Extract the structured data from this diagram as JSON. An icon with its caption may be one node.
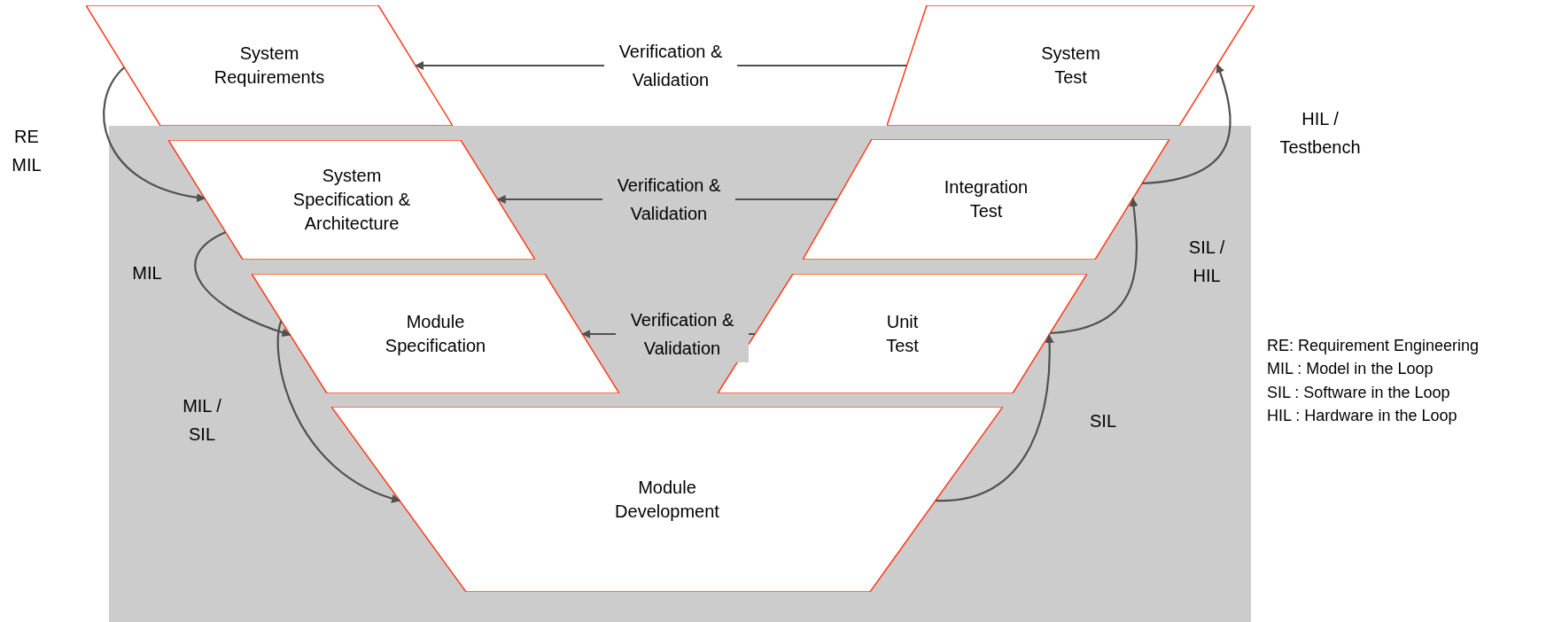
{
  "diagram": {
    "nodes": [
      {
        "text": [
          "System Requirements"
        ]
      },
      {
        "text": [
          "System Test"
        ]
      },
      {
        "text": [
          "System Specification & Architecture"
        ]
      },
      {
        "text": [
          "Integration Test"
        ]
      },
      {
        "text": [
          "Module Specification"
        ]
      },
      {
        "text": [
          "Unit Test"
        ]
      },
      {
        "text": [
          "Module Development"
        ]
      }
    ],
    "edges": [
      {
        "from": 1,
        "to": 0,
        "arrow": "to",
        "label": "Verification & Validation"
      },
      {
        "from": 3,
        "to": 2,
        "arrow": "to",
        "label": "Verification & Validation"
      },
      {
        "from": 5,
        "to": 4,
        "arrow": "to",
        "label": "Verification & Validation"
      },
      {
        "from": 0,
        "to": 2,
        "arrow": "to",
        "label": "RE MIL"
      },
      {
        "from": 2,
        "to": 4,
        "arrow": "to",
        "label": "MIL"
      },
      {
        "from": 4,
        "to": 6,
        "arrow": "to",
        "label": "MIL / SIL"
      },
      {
        "from": 6,
        "to": 5,
        "arrow": "to",
        "label": "SIL"
      },
      {
        "from": 5,
        "to": 3,
        "arrow": "to",
        "label": "SIL / HIL"
      },
      {
        "from": 3,
        "to": 1,
        "arrow": "to",
        "label": "HIL / Testbench"
      }
    ],
    "labels": [
      "RE: Requirement Engineering",
      "MIL : Model in the Loop",
      "SIL : Software in the Loop",
      "HIL : Hardware in the Loop"
    ]
  }
}
